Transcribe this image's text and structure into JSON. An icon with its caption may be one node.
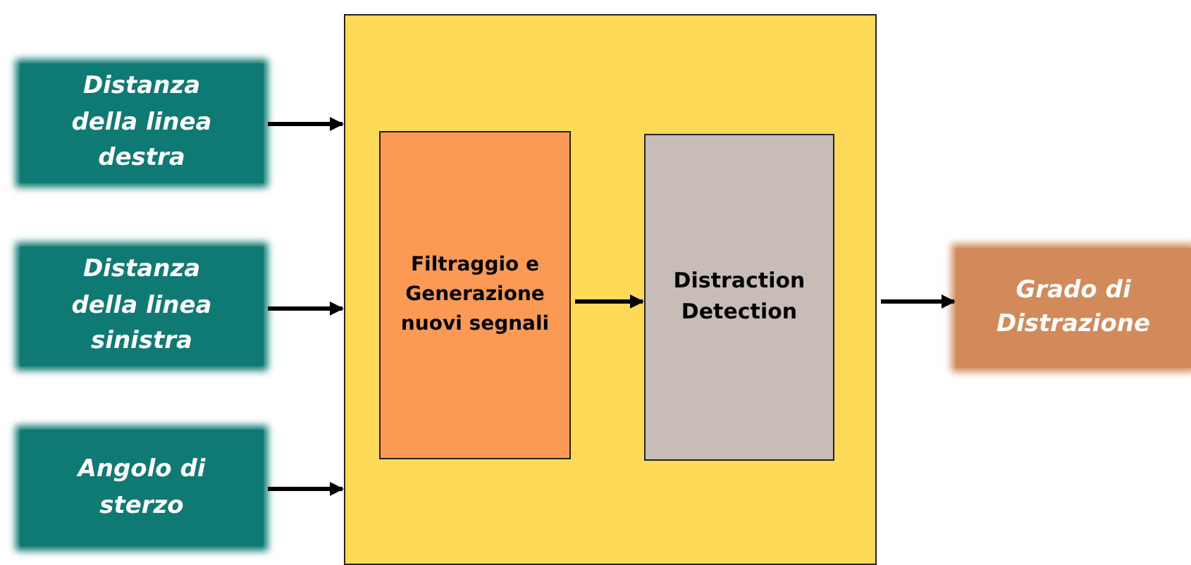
{
  "diagram": {
    "nodes": [
      {
        "text": [
          "Distanza della linea destra"
        ]
      },
      {
        "text": [
          "Distanza della linea sinistra"
        ]
      },
      {
        "text": [
          "Angolo di sterzo"
        ]
      },
      {
        "text": [],
        "shape": "box"
      },
      {
        "text": [
          "Filtraggio e Generazione nuovi segnali"
        ],
        "in": 3
      },
      {
        "text": [
          "Distraction Detection"
        ],
        "in": 3
      },
      {
        "text": [
          "Grado di Distrazione"
        ]
      }
    ],
    "edges": [
      {
        "from": 0,
        "to": 3,
        "arrow": "to"
      },
      {
        "from": 1,
        "to": 3,
        "arrow": "to"
      },
      {
        "from": 2,
        "to": 3,
        "arrow": "to"
      },
      {
        "from": 4,
        "to": 5,
        "arrow": "to"
      },
      {
        "from": 3,
        "to": 6,
        "arrow": "to"
      }
    ]
  }
}
